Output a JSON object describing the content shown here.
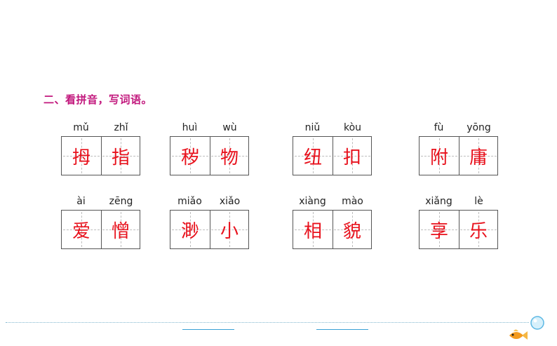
{
  "section_heading": "二、看拼音，写词语。",
  "words": [
    {
      "pinyin": [
        "mǔ",
        "zhǐ"
      ],
      "chars": [
        "拇",
        "指"
      ]
    },
    {
      "pinyin": [
        "huì",
        "wù"
      ],
      "chars": [
        "秽",
        "物"
      ]
    },
    {
      "pinyin": [
        "niǔ",
        "kòu"
      ],
      "chars": [
        "纽",
        "扣"
      ]
    },
    {
      "pinyin": [
        "fù",
        "yōng"
      ],
      "chars": [
        "附",
        "庸"
      ]
    },
    {
      "pinyin": [
        "ài",
        "zēng"
      ],
      "chars": [
        "爱",
        "憎"
      ]
    },
    {
      "pinyin": [
        "miǎo",
        "xiǎo"
      ],
      "chars": [
        "渺",
        "小"
      ]
    },
    {
      "pinyin": [
        "xiàng",
        "mào"
      ],
      "chars": [
        "相",
        "貌"
      ]
    },
    {
      "pinyin": [
        "xiǎng",
        "lè"
      ],
      "chars": [
        "享",
        "乐"
      ]
    }
  ],
  "colors": {
    "heading": "#c2187d",
    "answer_chars": "#e8111c",
    "footer_line": "#3aa0d6"
  },
  "icons": {
    "decoration": "goldfish-with-bubble-icon"
  }
}
